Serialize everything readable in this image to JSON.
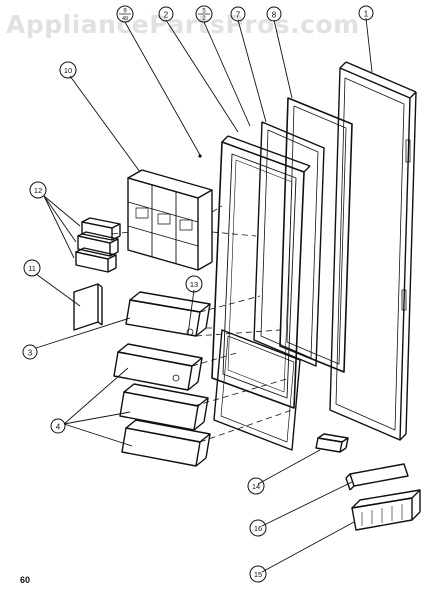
{
  "watermark": "AppliancePartsPros.com",
  "page_number": "60",
  "callouts": [
    {
      "id": "c1",
      "label": "1"
    },
    {
      "id": "c2",
      "label": "2"
    },
    {
      "id": "c9_49",
      "label": "9",
      "sub": "49"
    },
    {
      "id": "c5_2",
      "label": "5",
      "sub": "2"
    },
    {
      "id": "c7",
      "label": "7"
    },
    {
      "id": "c8",
      "label": "8"
    },
    {
      "id": "c10",
      "label": "10"
    },
    {
      "id": "c12",
      "label": "12"
    },
    {
      "id": "c11",
      "label": "11"
    },
    {
      "id": "c13",
      "label": "13"
    },
    {
      "id": "c3",
      "label": "3"
    },
    {
      "id": "c4",
      "label": "4"
    },
    {
      "id": "c14",
      "label": "14"
    },
    {
      "id": "c16",
      "label": "16"
    },
    {
      "id": "c15",
      "label": "15"
    }
  ]
}
